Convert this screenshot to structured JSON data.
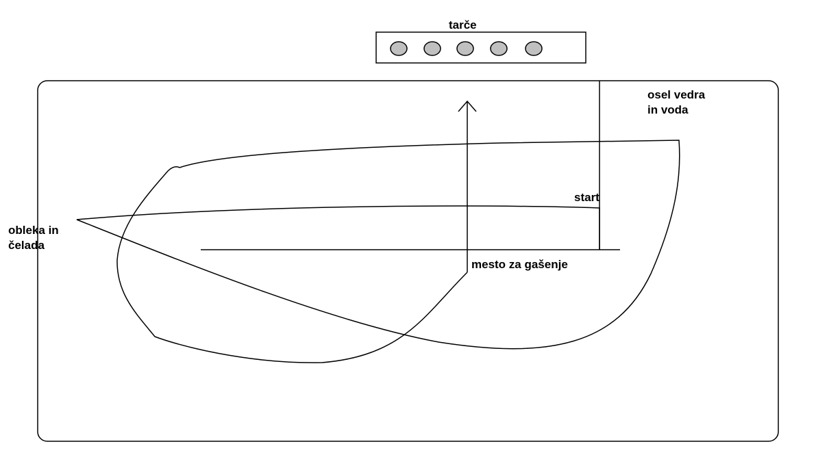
{
  "labels": {
    "targets": "tarče",
    "bucket_line1": "osel vedra",
    "bucket_line2": "in voda",
    "start": "start",
    "suit_line1": "obleka in",
    "suit_line2": "čelada",
    "extinguish": "mesto za gašenje"
  },
  "targets": {
    "count": 5,
    "fill_color": "#c0c0c0"
  },
  "colors": {
    "stroke": "#000000",
    "background": "#ffffff"
  }
}
